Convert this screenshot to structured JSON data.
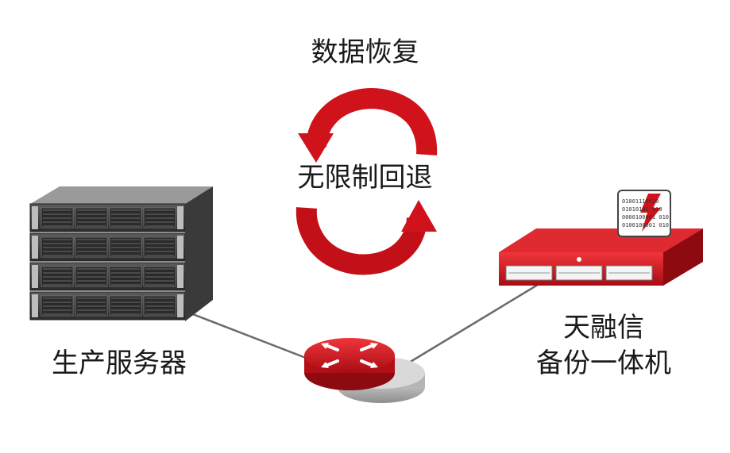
{
  "diagram": {
    "title": "数据恢复",
    "center_label": "无限制回退",
    "left_label": "生产服务器",
    "right_label_line1": "天融信",
    "right_label_line2": "备份一体机",
    "screen_text": [
      "01001110010",
      "01010101 010",
      "0000100001 010",
      "0100100001 010"
    ]
  },
  "colors": {
    "accent_red": "#d0121b",
    "dark_red": "#8d0a10",
    "server_gray": "#4a4a4a",
    "line_gray": "#6b6b6b"
  },
  "icons": [
    "cycle-arrows-icon",
    "server-rack-icon",
    "router-icon",
    "backup-appliance-icon"
  ]
}
